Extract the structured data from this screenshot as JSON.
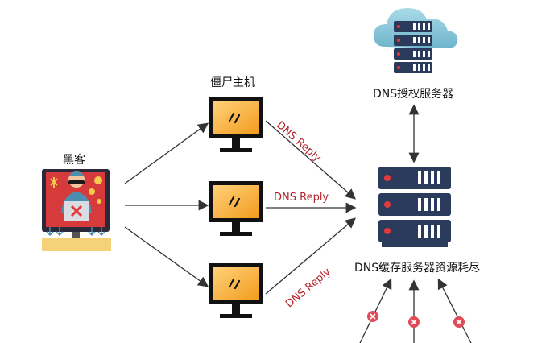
{
  "labels": {
    "hacker": "黑客",
    "zombie_hosts": "僵尸主机",
    "dns_auth_server": "DNS授权服务器",
    "dns_cache_server": "DNS缓存服务器资源耗尽"
  },
  "replies": [
    "DNS Reply",
    "DNS Reply",
    "DNS Reply"
  ],
  "icons": {
    "hacker": "hacker-computer-icon",
    "zombie": "zombie-monitor-icon",
    "cloud_server": "cloud-server-icon",
    "server_rack": "server-rack-icon",
    "blocked_client": "blocked-x-icon"
  },
  "colors": {
    "arrow": "#333333",
    "reply_text": "#b3232a",
    "monitor_screen": "#f5a623",
    "server_body": "#2b3b5b",
    "server_light": "#e23b3b",
    "cloud": "#7ec1d6",
    "block_x": "#e04b5a"
  }
}
